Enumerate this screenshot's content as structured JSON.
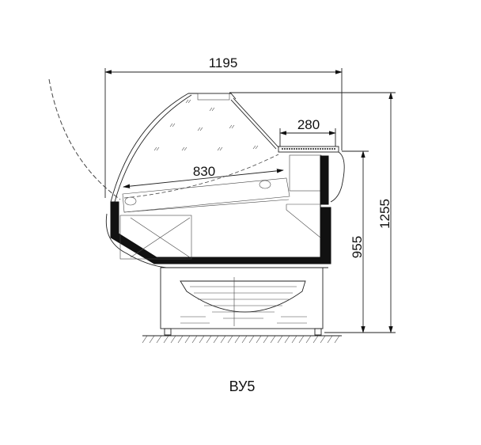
{
  "drawing": {
    "model_label": "ВУ5",
    "dimensions": {
      "overall_width": "1195",
      "counter_depth": "280",
      "display_depth": "830",
      "counter_height": "955",
      "overall_height": "1255"
    }
  }
}
